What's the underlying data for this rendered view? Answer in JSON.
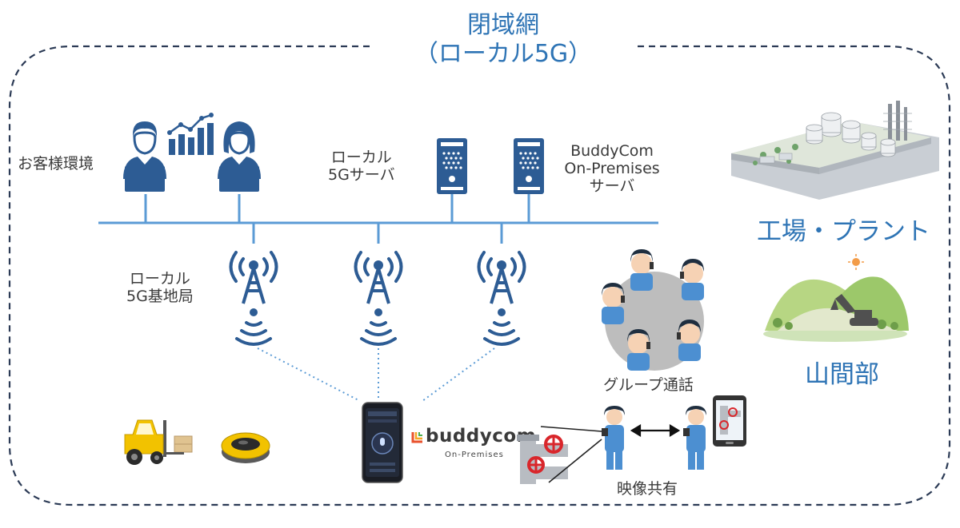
{
  "title": {
    "line1": "閉域網",
    "line2": "（ローカル5G）"
  },
  "labels": {
    "customer_env": "お客様環境",
    "local_5g_server": [
      "ローカル",
      "5Gサーバ"
    ],
    "buddycom_server": [
      "BuddyCom",
      "On-Premises",
      "サーバ"
    ],
    "local_5g_base_station": [
      "ローカル",
      "5G基地局"
    ],
    "group_call": "グループ通話",
    "video_share": "映像共有"
  },
  "sites": {
    "factory_plant": "工場・プラント",
    "mountain": "山間部"
  },
  "brand": {
    "name": "buddycom",
    "sub": "On-Premises"
  },
  "colors": {
    "brand_blue": "#2e74b5",
    "network_line": "#5b9bd5",
    "icon_blue": "#2d5c94",
    "dashed_border": "#2b3a55",
    "forklift_yellow": "#f2c200"
  },
  "icons": [
    "male-operator-icon",
    "analytics-chart-icon",
    "female-operator-icon",
    "server-icon",
    "antenna-tower-icon",
    "smartphone-app-icon",
    "forklift-icon",
    "robot-vacuum-icon",
    "worker-icon",
    "pipe-valve-icon",
    "tablet-icon",
    "factory-image",
    "mountain-excavator-image"
  ]
}
